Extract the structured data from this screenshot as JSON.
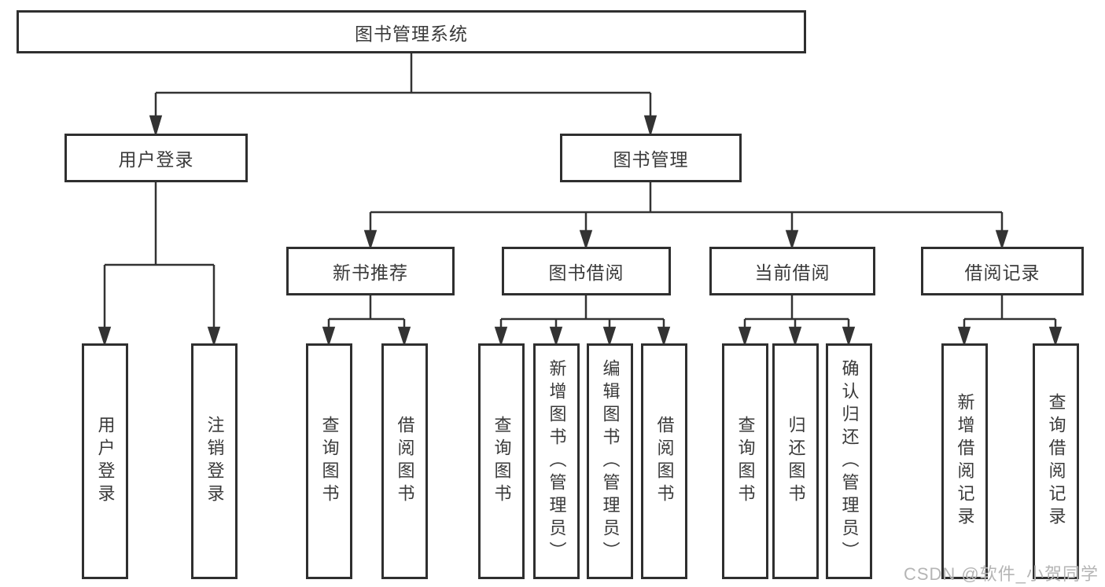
{
  "tree": {
    "root": {
      "label": "图书管理系统"
    },
    "user_branch": {
      "label": "用户登录",
      "children": [
        {
          "label": "用户登录"
        },
        {
          "label": "注销登录"
        }
      ]
    },
    "book_branch": {
      "label": "图书管理",
      "groups": [
        {
          "label": "新书推荐",
          "children": [
            {
              "label": "查询图书"
            },
            {
              "label": "借阅图书"
            }
          ]
        },
        {
          "label": "图书借阅",
          "children": [
            {
              "label": "查询图书"
            },
            {
              "label": "新增图书（管理员）"
            },
            {
              "label": "编辑图书（管理员）"
            },
            {
              "label": "借阅图书"
            }
          ]
        },
        {
          "label": "当前借阅",
          "children": [
            {
              "label": "查询图书"
            },
            {
              "label": "归还图书"
            },
            {
              "label": "确认归还（管理员）"
            }
          ]
        },
        {
          "label": "借阅记录",
          "children": [
            {
              "label": "新增借阅记录"
            },
            {
              "label": "查询借阅记录"
            }
          ]
        }
      ]
    }
  },
  "watermark": "CSDN @软件_小贺同学",
  "colors": {
    "line": "#333333",
    "text": "#3a3a3a",
    "background": "#ffffff",
    "watermark": "#b5b5b5"
  }
}
